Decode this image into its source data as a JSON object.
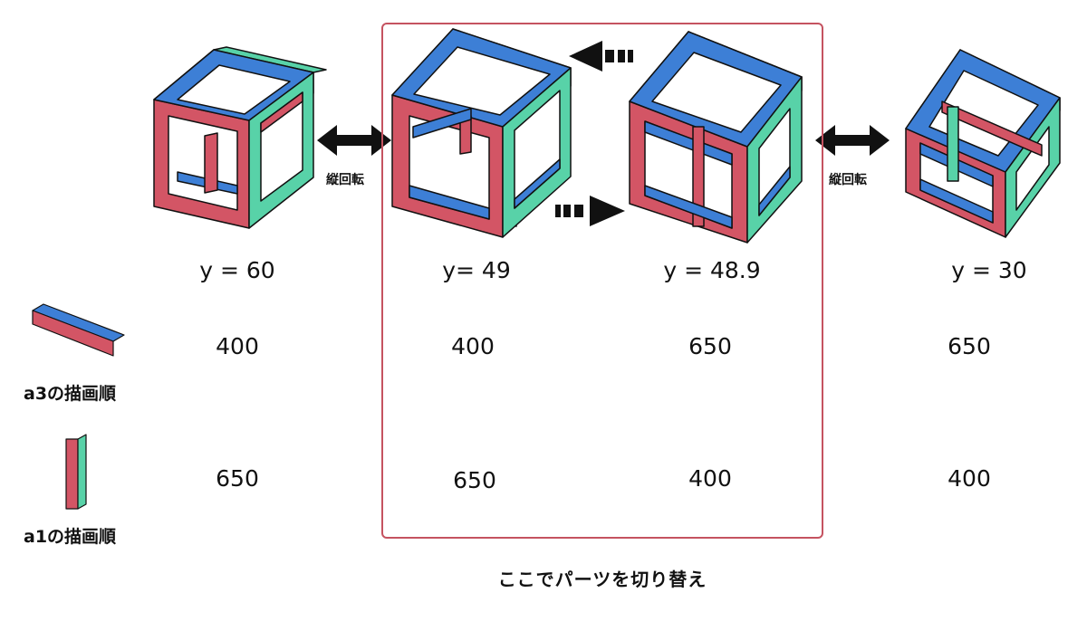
{
  "colors": {
    "top": "#3d7fd6",
    "left": "#d35565",
    "right": "#58d2a8",
    "edge": "#111111",
    "frame": "#c55360"
  },
  "rotation_label": "縦回転",
  "columns": [
    {
      "y_label": "y = 60",
      "a3_order": "400",
      "a1_order": "650"
    },
    {
      "y_label": "y= 49",
      "a3_order": "400",
      "a1_order": "650"
    },
    {
      "y_label": "y = 48.9",
      "a3_order": "650",
      "a1_order": "400"
    },
    {
      "y_label": "y = 30",
      "a3_order": "650",
      "a1_order": "400"
    }
  ],
  "legend": {
    "a3_caption": "a3の描画順",
    "a1_caption": "a1の描画順"
  },
  "switch_caption": "ここでパーツを切り替え"
}
